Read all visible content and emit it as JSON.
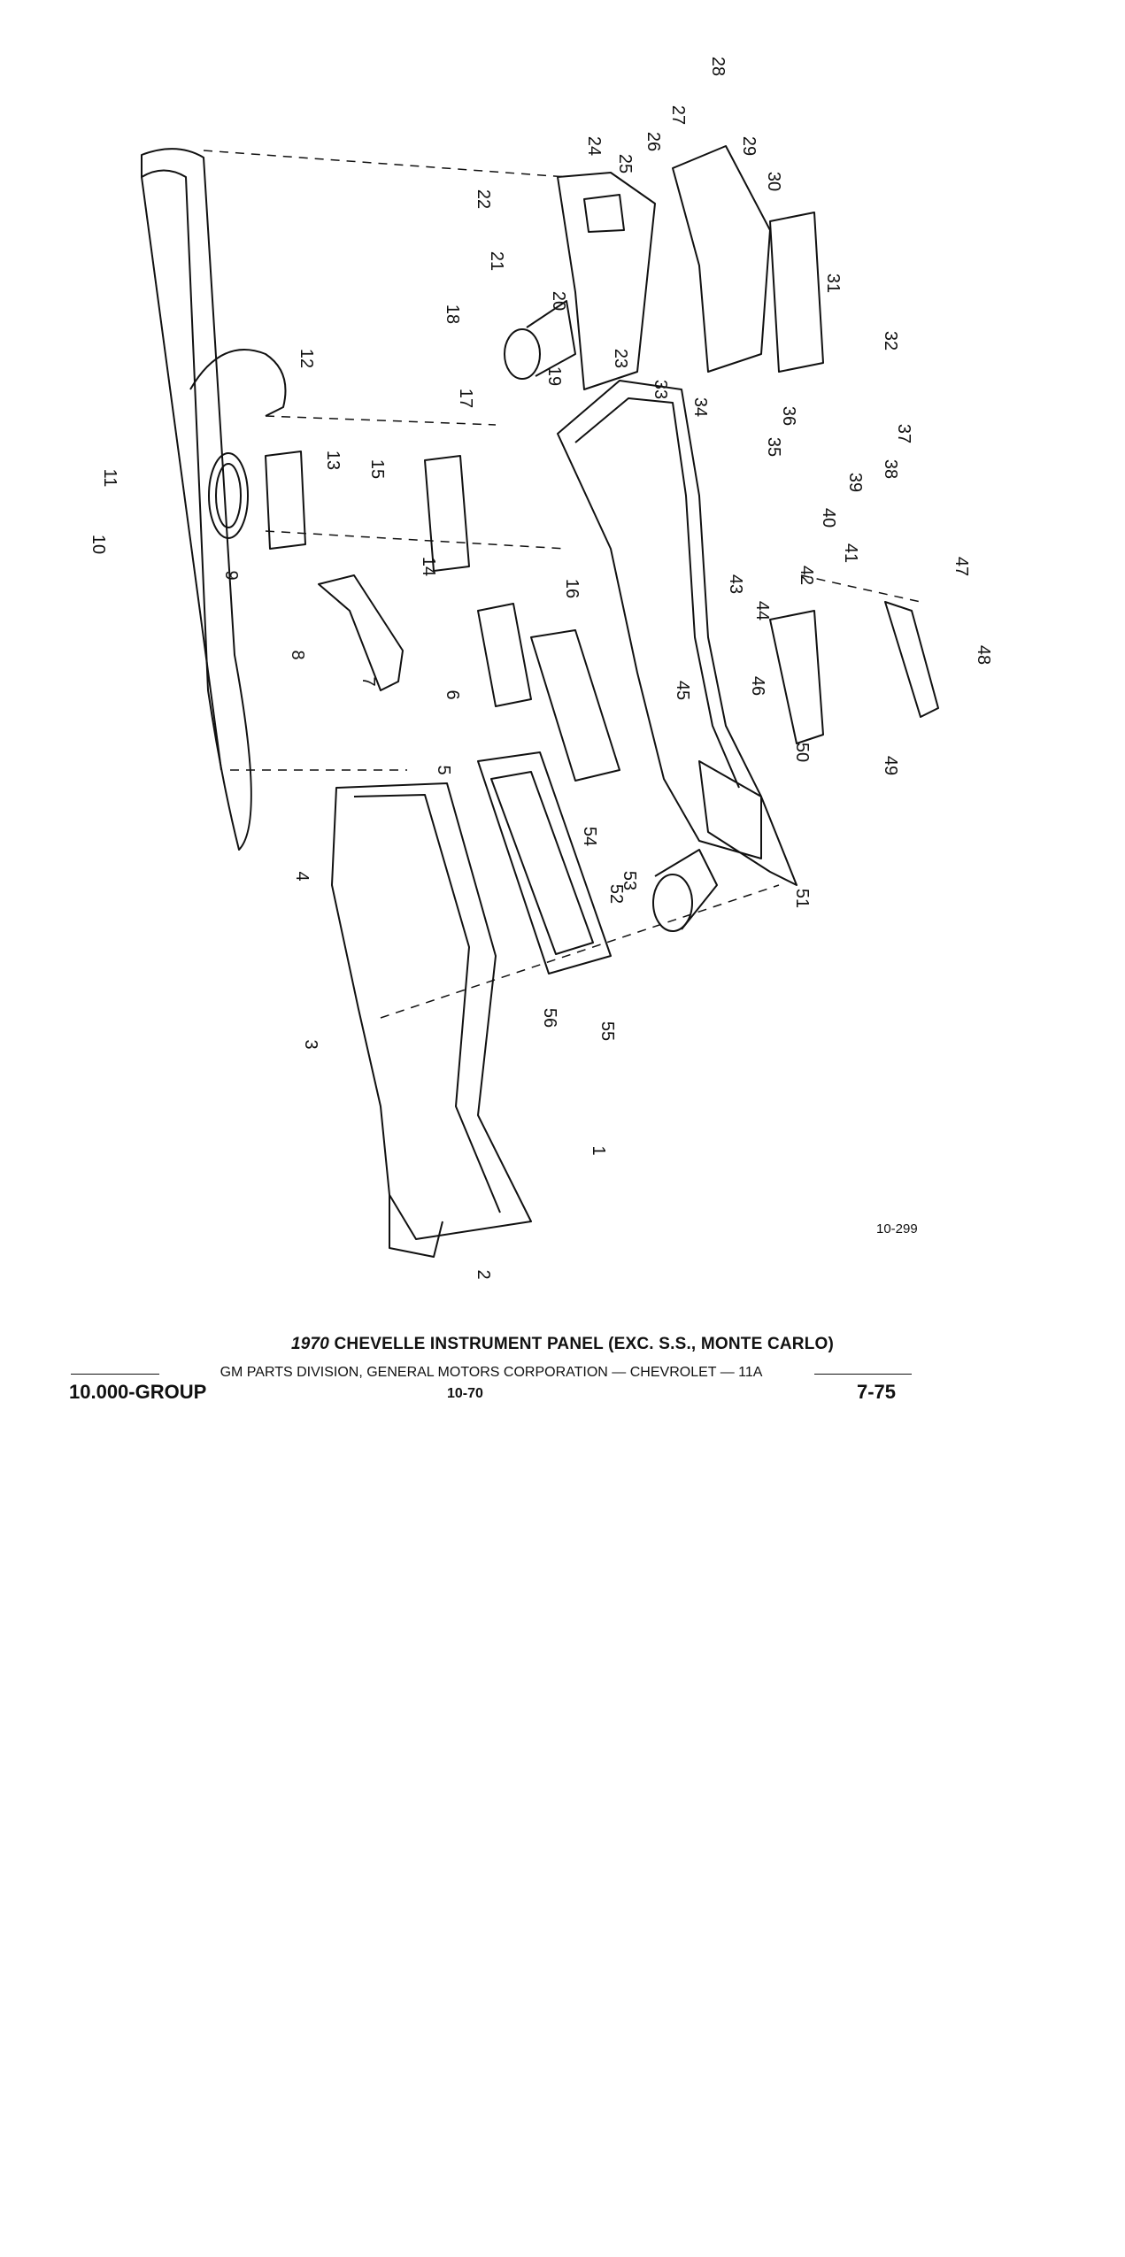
{
  "diagram": {
    "callouts": [
      "1",
      "2",
      "3",
      "4",
      "5",
      "6",
      "7",
      "8",
      "9",
      "10",
      "11",
      "12",
      "13",
      "14",
      "15",
      "16",
      "17",
      "18",
      "19",
      "20",
      "21",
      "22",
      "23",
      "24",
      "25",
      "26",
      "27",
      "28",
      "29",
      "30",
      "31",
      "32",
      "33",
      "34",
      "35",
      "36",
      "37",
      "38",
      "39",
      "40",
      "41",
      "42",
      "43",
      "44",
      "45",
      "46",
      "47",
      "48",
      "49",
      "50",
      "51",
      "52",
      "53",
      "54",
      "55",
      "56"
    ],
    "figure_ref": "10-299"
  },
  "caption": {
    "year": "1970",
    "title_rest": " CHEVELLE INSTRUMENT PANEL (EXC. S.S., MONTE CARLO)",
    "source_line": "GM PARTS DIVISION, GENERAL MOTORS CORPORATION — CHEVROLET — 11A",
    "group": "10.000-GROUP",
    "issue": "10-70",
    "revision": "7-75"
  }
}
